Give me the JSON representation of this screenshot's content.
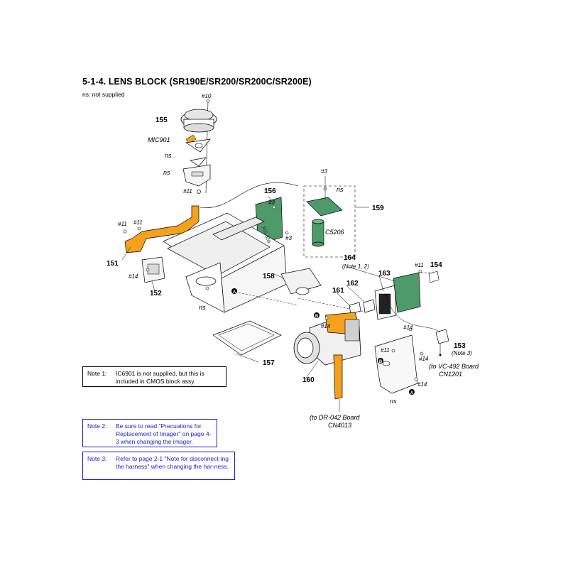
{
  "header": {
    "title": "5-1-4.  LENS  BLOCK (SR190E/SR200/SR200C/SR200E)",
    "subtitle": "ns: not supplied"
  },
  "parts": {
    "p151": "151",
    "p152": "152",
    "p153": "153",
    "p154": "154",
    "p155": "155",
    "p156": "156",
    "p157": "157",
    "p158": "158",
    "p159": "159",
    "p160": "160",
    "p161": "161",
    "p162": "162",
    "p163": "163",
    "p164": "164"
  },
  "screws": {
    "s10": "#10",
    "s11": "#11",
    "s3": "#3",
    "s14": "#14"
  },
  "callouts": {
    "mic901": "MIC901",
    "c5206": "C5206",
    "ns": "ns",
    "ms356": "MS-356",
    "note12": "(Note 1, 2)",
    "note3": "(Note 3)",
    "vc492_a": "(to VC-492 Board",
    "vc492_b": "CN1201",
    "dr042_a": "(to DR-042 Board",
    "dr042_b": "CN4013",
    "markA": "A",
    "markB": "B"
  },
  "notes": [
    {
      "tag": "Note 1:",
      "text": "IC6901 is not supplied, but this is included in CMOS block assy."
    },
    {
      "tag": "Note 2:",
      "text": "Be sure to read \"Precuations for Replacement of Imager\" on page 4-3 when changing the imager."
    },
    {
      "tag": "Note 3:",
      "text": "Refer to page 2-1 \"Note for disconnect-ing the harness\" when changing the har-ness."
    }
  ],
  "colors": {
    "flex": "#f5a11c",
    "board": "#4f9a6a",
    "note_blue": "#1b1bd0"
  }
}
